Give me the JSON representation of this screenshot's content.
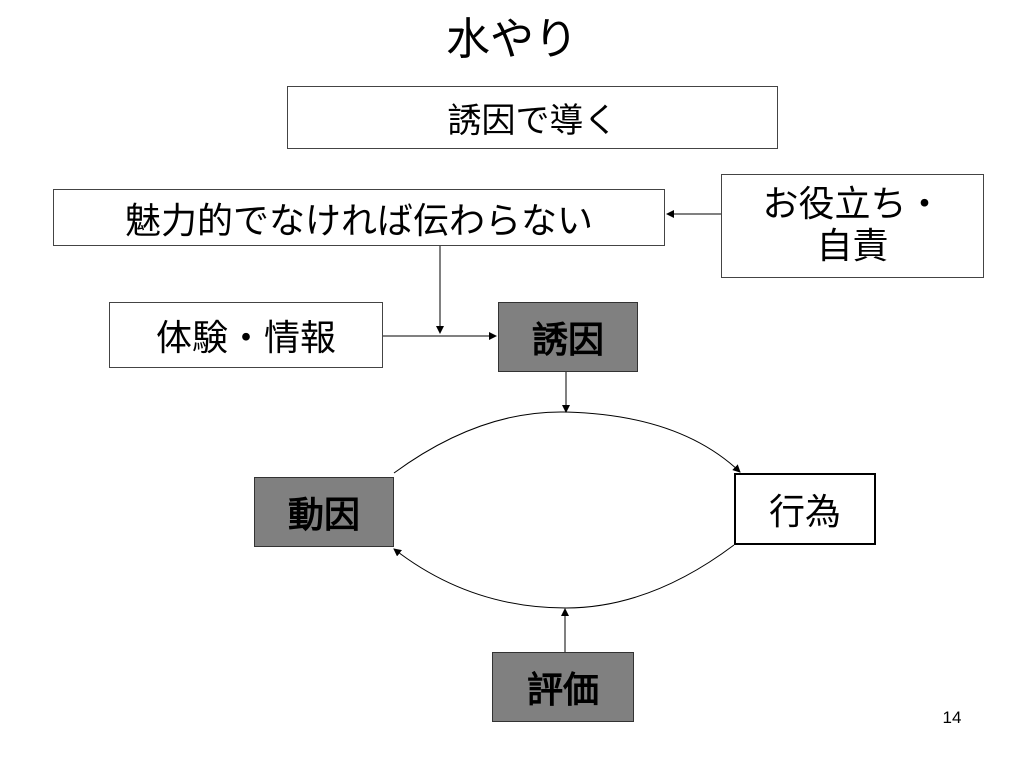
{
  "title": "水やり",
  "subtitle": "誘因で導く",
  "nodes": {
    "attraction": "魅力的でなければ伝わらない",
    "useful": [
      "お役立ち・",
      "自責"
    ],
    "experience": "体験・情報",
    "incentive": "誘因",
    "motive": "動因",
    "action": "行為",
    "evaluation": "評価"
  },
  "page_number": "14",
  "colors": {
    "gray_box": "#808080",
    "line": "#000000"
  }
}
